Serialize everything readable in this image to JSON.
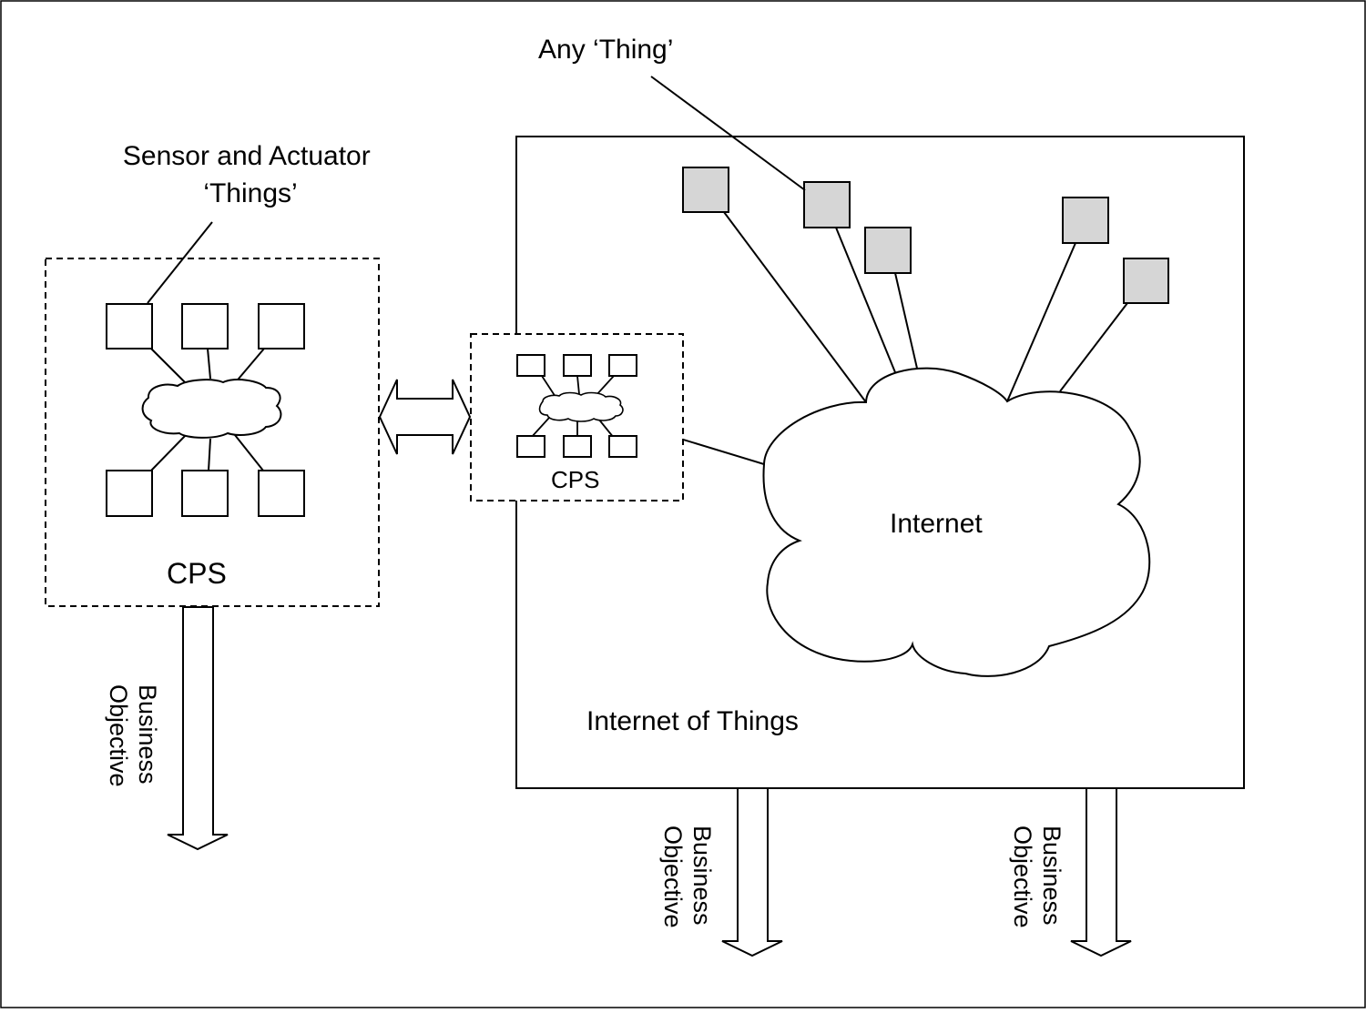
{
  "labels": {
    "sensor_things_line1": "Sensor and Actuator",
    "sensor_things_line2": "‘Things’",
    "any_thing": "Any ‘Thing’",
    "cps_left": "CPS",
    "cps_small": "CPS",
    "internet": "Internet",
    "internet_of_things": "Internet of Things",
    "business_objective_line1": "Business",
    "business_objective_line2": "Objective"
  },
  "colors": {
    "stroke": "#000000",
    "thing_fill_iot": "#d6d6d6",
    "box_fill": "#ffffff"
  }
}
